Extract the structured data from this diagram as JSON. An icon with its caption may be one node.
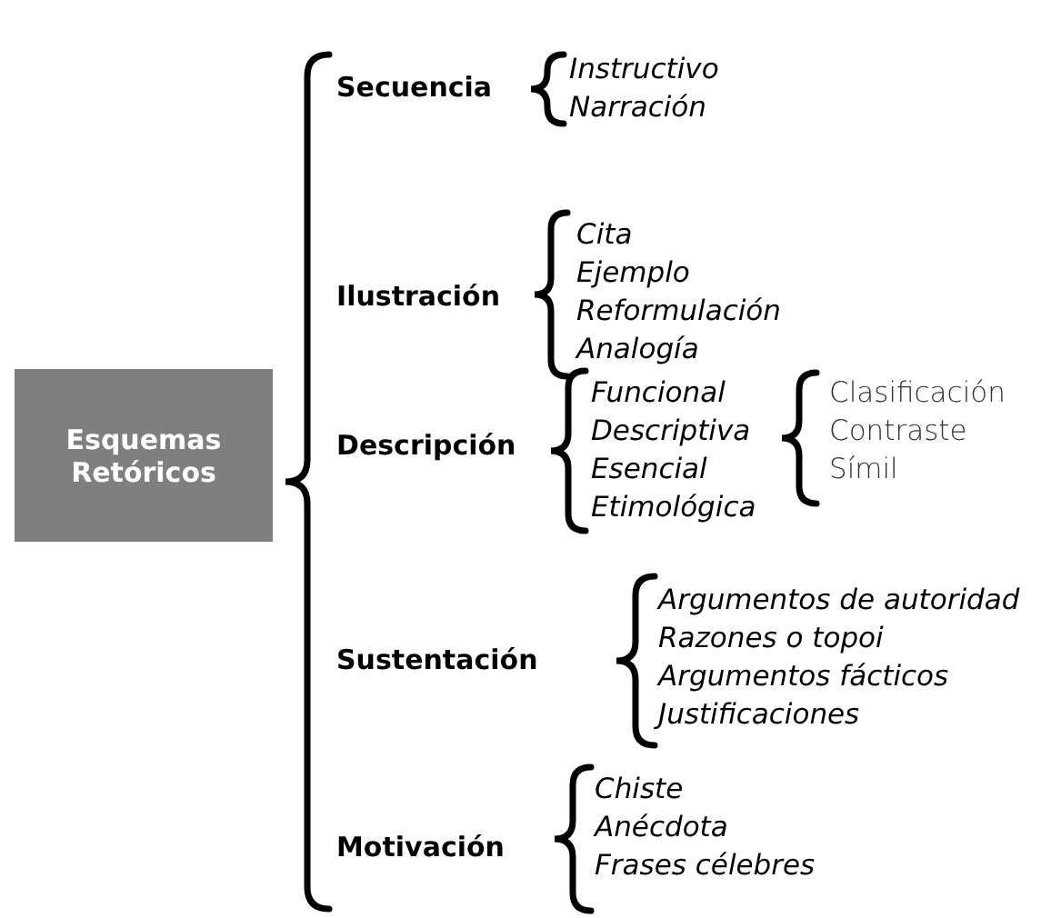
{
  "diagram": {
    "nodes": [
      {
        "text": [
          "Esquemas Retóricos"
        ]
      },
      {
        "text": [
          "Secuencia"
        ]
      },
      {
        "text": [
          "Instructivo",
          "Narración"
        ]
      },
      {
        "text": [
          "Ilustración"
        ]
      },
      {
        "text": [
          "Cita",
          "Ejemplo",
          "Reformulación",
          "Analogía"
        ]
      },
      {
        "text": [
          "Descripción"
        ]
      },
      {
        "text": [
          "Funcional",
          "Descriptiva",
          "Esencial",
          "Etimológica"
        ]
      },
      {
        "text": [
          "Clasificación",
          "Contraste",
          "Símil"
        ]
      },
      {
        "text": [
          "Sustentación"
        ]
      },
      {
        "text": [
          "Argumentos de autoridad",
          "Razones o topoi",
          "Argumentos fácticos",
          "Justificaciones"
        ]
      },
      {
        "text": [
          "Motivación"
        ]
      },
      {
        "text": [
          "Chiste",
          "Anécdota",
          "Frases célebres"
        ]
      }
    ]
  }
}
